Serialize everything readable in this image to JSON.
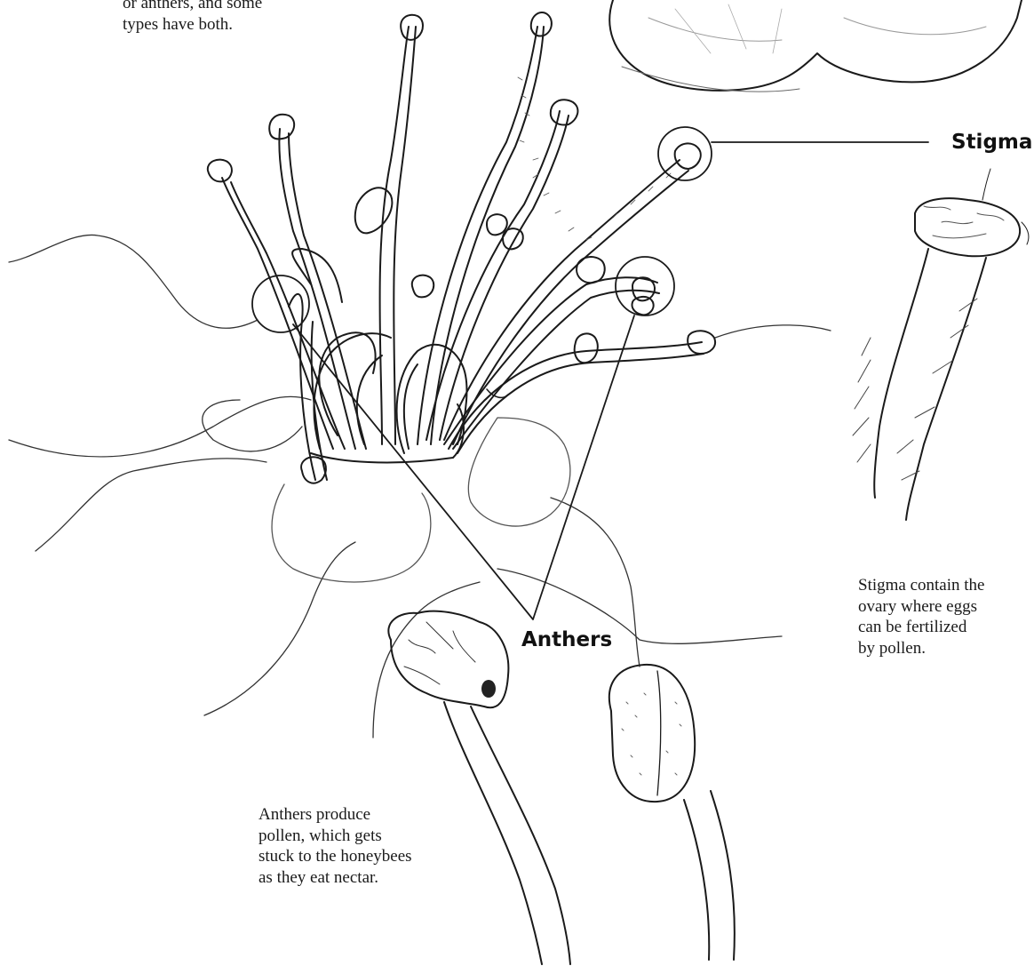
{
  "captions": {
    "intro": [
      "or anthers, and some",
      "types have both."
    ],
    "stigma": [
      "Stigma contain the",
      "ovary where eggs",
      "can be fertilized",
      "by pollen."
    ],
    "anthers": [
      "Anthers produce",
      "pollen, which gets",
      "stuck to the honeybees",
      "as they eat nectar."
    ]
  },
  "labels": {
    "stigma": "Stigma",
    "anthers": "Anthers"
  },
  "colors": {
    "ink": "#1a1a1a",
    "background": "#ffffff"
  }
}
